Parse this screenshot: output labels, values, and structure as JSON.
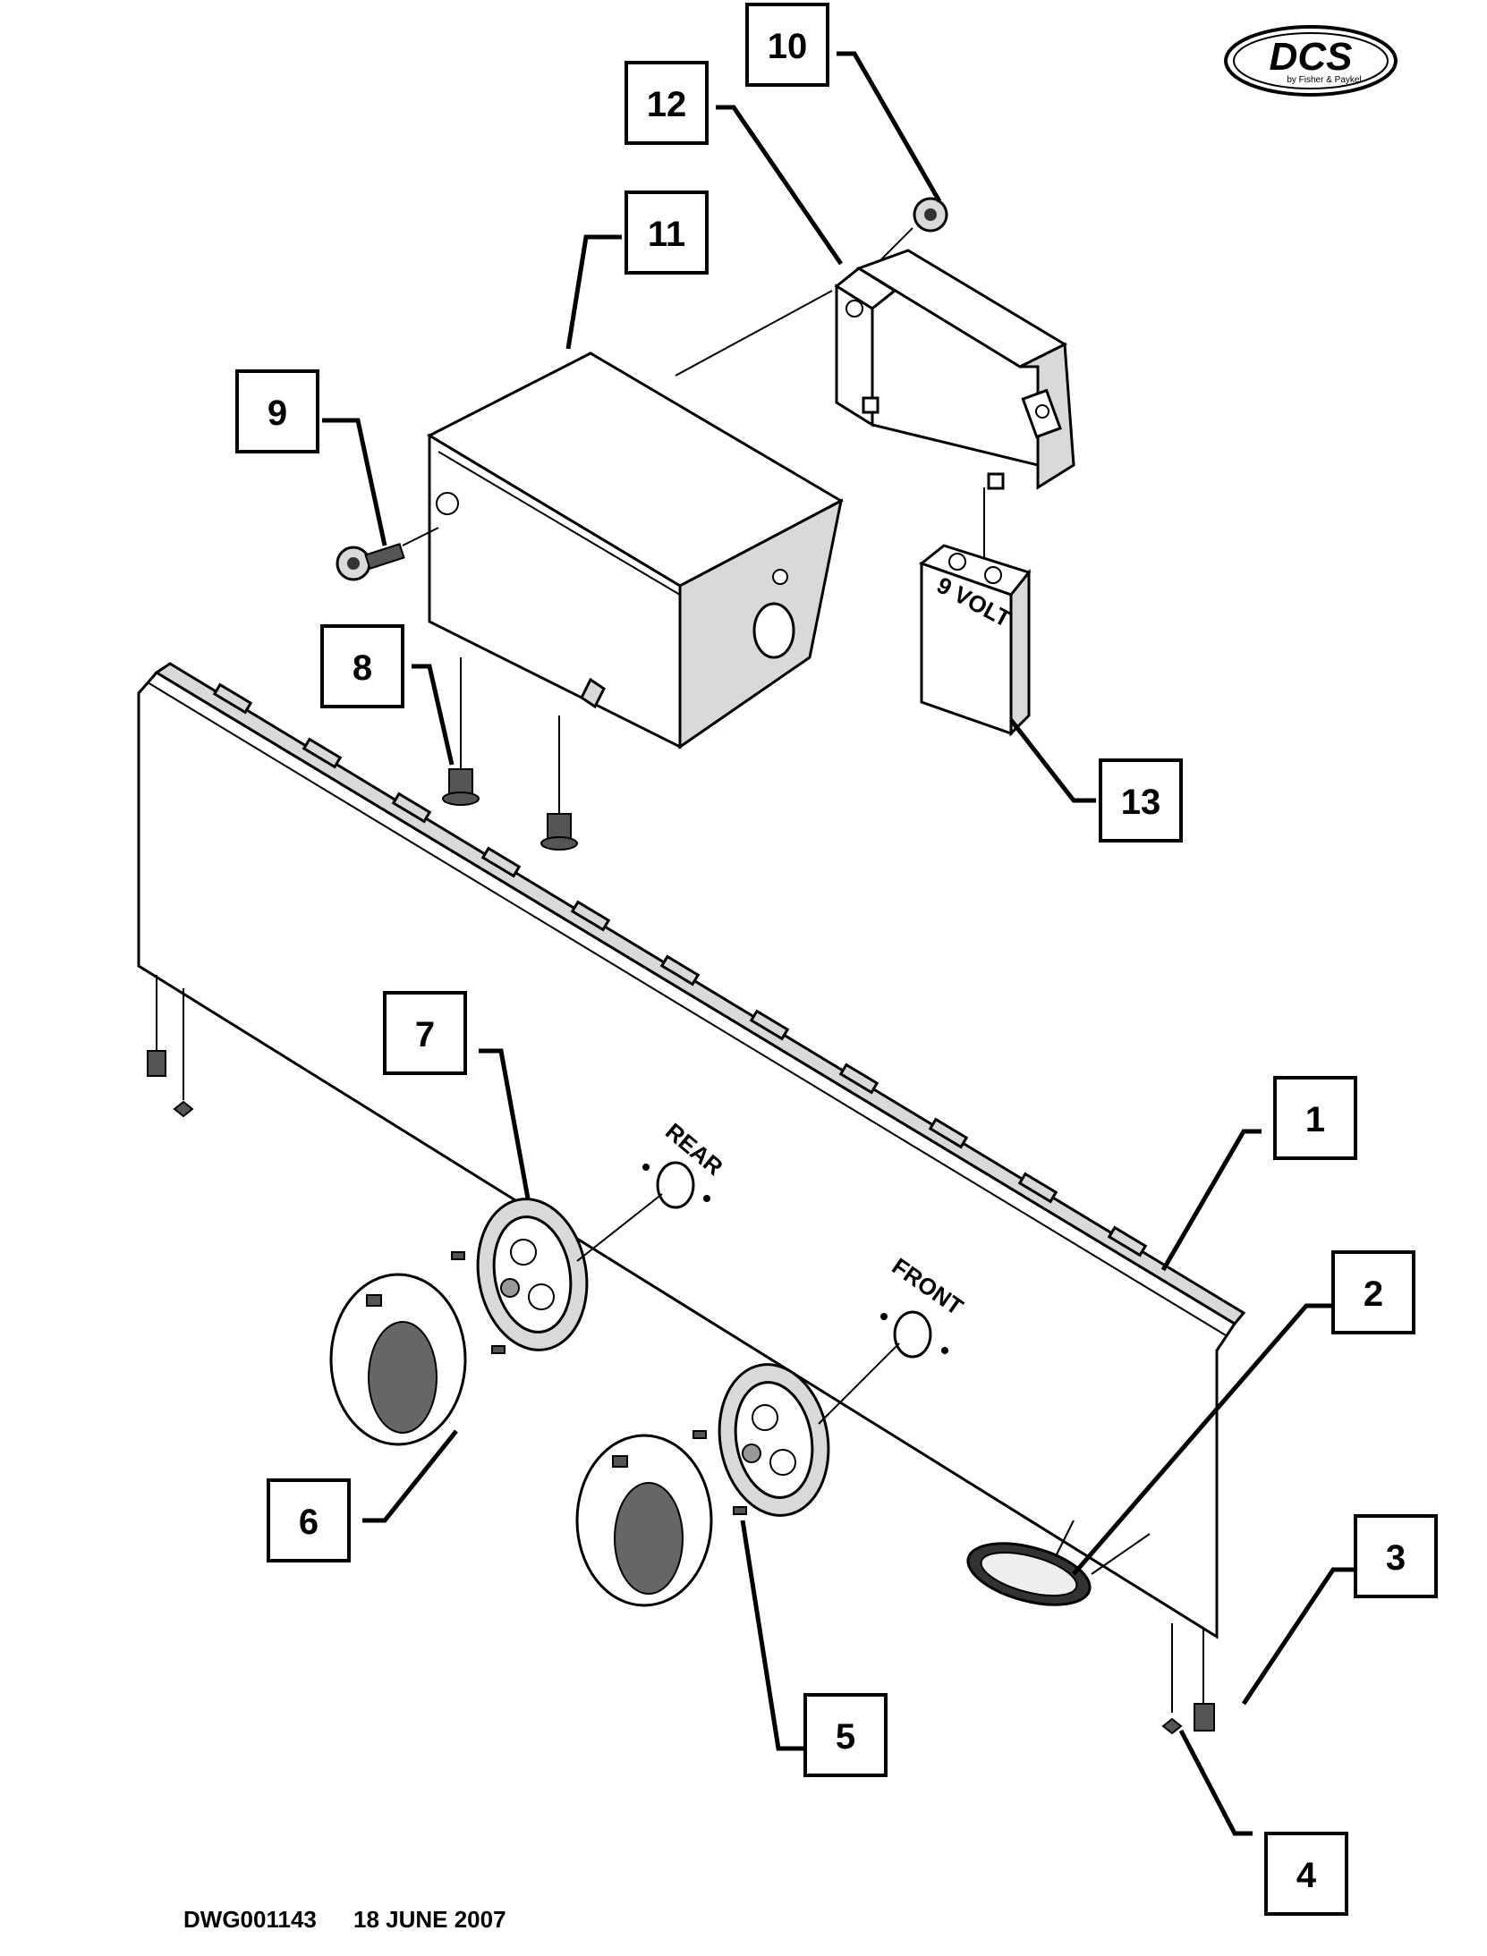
{
  "logo": {
    "brand": "DCS",
    "subtitle": "by Fisher & Paykel"
  },
  "panel_labels": {
    "rear": "REAR",
    "front": "FRONT"
  },
  "battery_label": "9 VOLT",
  "callouts": [
    "1",
    "2",
    "3",
    "4",
    "5",
    "6",
    "7",
    "8",
    "9",
    "10",
    "11",
    "12",
    "13"
  ],
  "footer": {
    "drawing_number": "DWG001143",
    "date": "18 JUNE 2007"
  }
}
